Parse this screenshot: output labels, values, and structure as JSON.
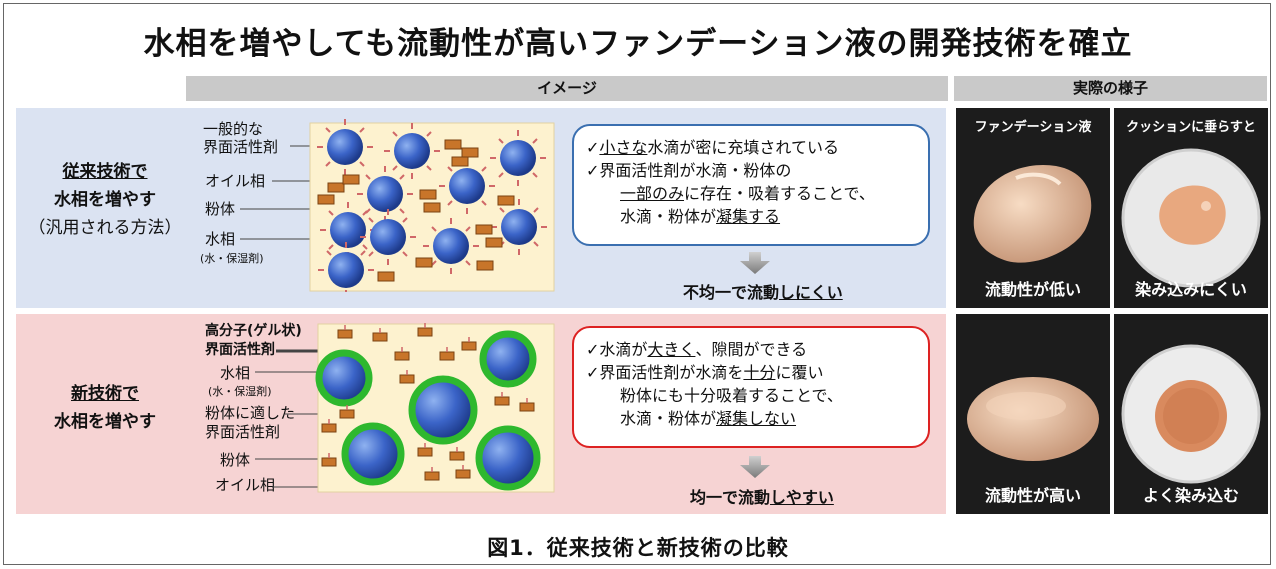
{
  "title": "水相を増やしても流動性が高いファンデーション液の開発技術を確立",
  "headers": {
    "image": "イメージ",
    "actual": "実際の様子"
  },
  "conventional": {
    "row_label_1": "従来技術で",
    "row_label_2": "水相を増やす",
    "row_label_3": "（汎用される方法）",
    "labels": {
      "surfactant_1": "一般的な",
      "surfactant_2": "界面活性剤",
      "oil": "オイル相",
      "powder": "粉体",
      "water": "水相",
      "water_sub": "(水・保湿剤)"
    },
    "box_lines": [
      {
        "mark": "✓",
        "pre": "",
        "u": "小さな",
        "post": "水滴が密に充填されている"
      },
      {
        "mark": "✓",
        "pre": "界面活性剤が水滴・粉体の",
        "u": "",
        "post": ""
      },
      {
        "mark": "",
        "pre": "",
        "u": "一部のみ",
        "post": "に存在・吸着することで、"
      },
      {
        "mark": "",
        "pre": "水滴・粉体が",
        "u": "凝集する",
        "post": ""
      }
    ],
    "result_pre": "不均一で流動",
    "result_u": "しにくい"
  },
  "new": {
    "row_label_1": "新技術で",
    "row_label_2": "水相を増やす",
    "labels": {
      "gel_1": "高分子(ゲル状)",
      "gel_2": "界面活性剤",
      "water": "水相",
      "water_sub": "(水・保湿剤)",
      "psurf_1": "粉体に適した",
      "psurf_2": "界面活性剤",
      "powder": "粉体",
      "oil": "オイル相"
    },
    "box_lines": [
      {
        "mark": "✓",
        "pre": "水滴が",
        "u": "大きく",
        "post": "、隙間ができる"
      },
      {
        "mark": "✓",
        "pre": "界面活性剤が水滴を",
        "u": "十分",
        "post": "に覆い"
      },
      {
        "mark": "",
        "pre": "粉体にも十分吸着することで、",
        "u": "",
        "post": ""
      },
      {
        "mark": "",
        "pre": "水滴・粉体が",
        "u": "凝集しない",
        "post": ""
      }
    ],
    "result_pre": "均一で流動",
    "result_u": "しやすい"
  },
  "photos": {
    "p1_title": "ファンデーション液",
    "p1_caption": "流動性が低い",
    "p2_title": "クッションに垂らすと",
    "p2_caption": "染み込みにくい",
    "p3_caption": "流動性が高い",
    "p4_caption": "よく染み込む"
  },
  "caption": "図1．従来技術と新技術の比較",
  "colors": {
    "band_top": "#dbe3f2",
    "band_bottom": "#f6d3d3",
    "box_blue": "#3a6fb0",
    "box_red": "#dd2222",
    "header_gray": "#c9c9c9"
  }
}
